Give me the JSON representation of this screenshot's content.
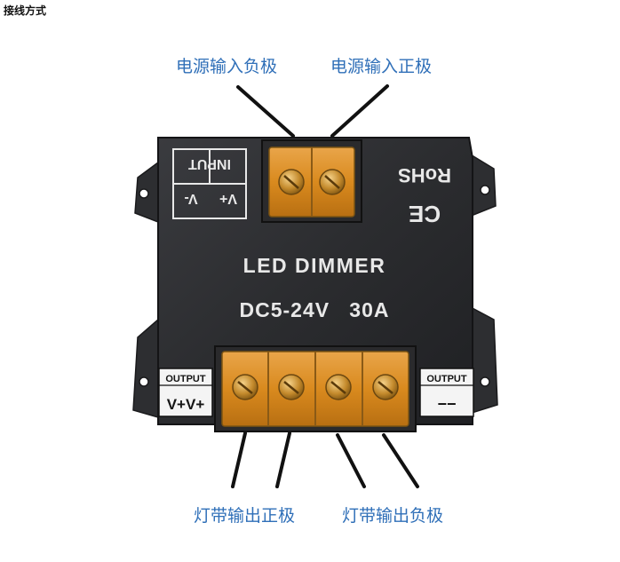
{
  "page": {
    "title": "接线方式"
  },
  "annotations": {
    "input_negative": "电源输入负极",
    "input_positive": "电源输入正极",
    "output_positive": "灯带输出正极",
    "output_negative": "灯带输出负极"
  },
  "device": {
    "name": "LED DIMMER",
    "rating": "DC5-24V   30A",
    "input_label": "INPUT",
    "input_pins": [
      "V+",
      "V-"
    ],
    "certifications": [
      "RoHS",
      "CE"
    ],
    "output_left": {
      "label": "OUTPUT",
      "pins": "V+V+"
    },
    "output_right": {
      "label": "OUTPUT",
      "pins": "−−"
    }
  },
  "colors": {
    "annotation_text": "#2f6fb8",
    "housing": "#2b2c2f",
    "terminal_amber": "#d98a1e",
    "panel_print": "#e8e8e8"
  }
}
